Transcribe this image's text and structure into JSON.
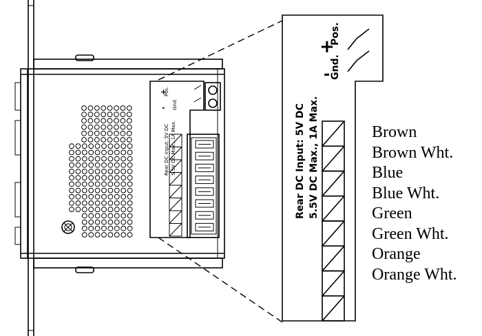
{
  "callout": {
    "input_line1": "Rear DC Input: 5V DC",
    "input_line2": "5.5V DC Max., 1A Max.",
    "pos_label": "Pos.",
    "plus_sign": "+",
    "gnd_label": "Gnd.",
    "minus_sign": "-"
  },
  "wire_colors": [
    "Brown",
    "Brown Wht.",
    "Blue",
    "Blue Wht.",
    "Green",
    "Green Wht.",
    "Orange",
    "Orange Wht."
  ]
}
